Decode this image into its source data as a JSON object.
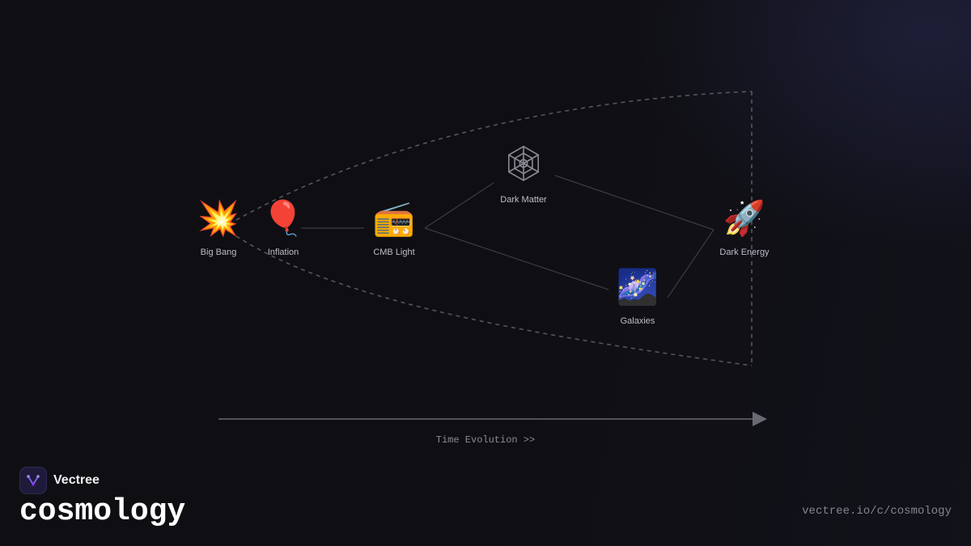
{
  "diagram": {
    "nodes": [
      {
        "id": "big-bang",
        "label": "Big Bang",
        "icon": "💥",
        "icon_name": "collision-icon"
      },
      {
        "id": "inflation",
        "label": "Inflation",
        "icon": "🎈",
        "icon_name": "balloon-icon"
      },
      {
        "id": "cmb-light",
        "label": "CMB Light",
        "icon": "📻",
        "icon_name": "radio-icon"
      },
      {
        "id": "dark-matter",
        "label": "Dark Matter",
        "icon": "🕸",
        "icon_name": "spider-web-icon"
      },
      {
        "id": "galaxies",
        "label": "Galaxies",
        "icon": "🌌",
        "icon_name": "milky-way-icon"
      },
      {
        "id": "dark-energy",
        "label": "Dark Energy",
        "icon": "🚀",
        "icon_name": "rocket-icon"
      }
    ],
    "edges": [
      [
        "inflation",
        "cmb-light"
      ],
      [
        "cmb-light",
        "dark-matter"
      ],
      [
        "cmb-light",
        "galaxies"
      ],
      [
        "dark-matter",
        "dark-energy"
      ],
      [
        "galaxies",
        "dark-energy"
      ]
    ],
    "axis_label": "Time Evolution >>",
    "colors": {
      "background": "#0f0f13",
      "edge": "#3a3a42",
      "outline": "#55555e",
      "axis": "#6a6a72"
    }
  },
  "brand": {
    "name": "Vectree",
    "topic": "cosmology",
    "url": "vectree.io/c/cosmology",
    "logo_icon": "vectree-logo-icon",
    "accent": "#8b5cf6"
  }
}
